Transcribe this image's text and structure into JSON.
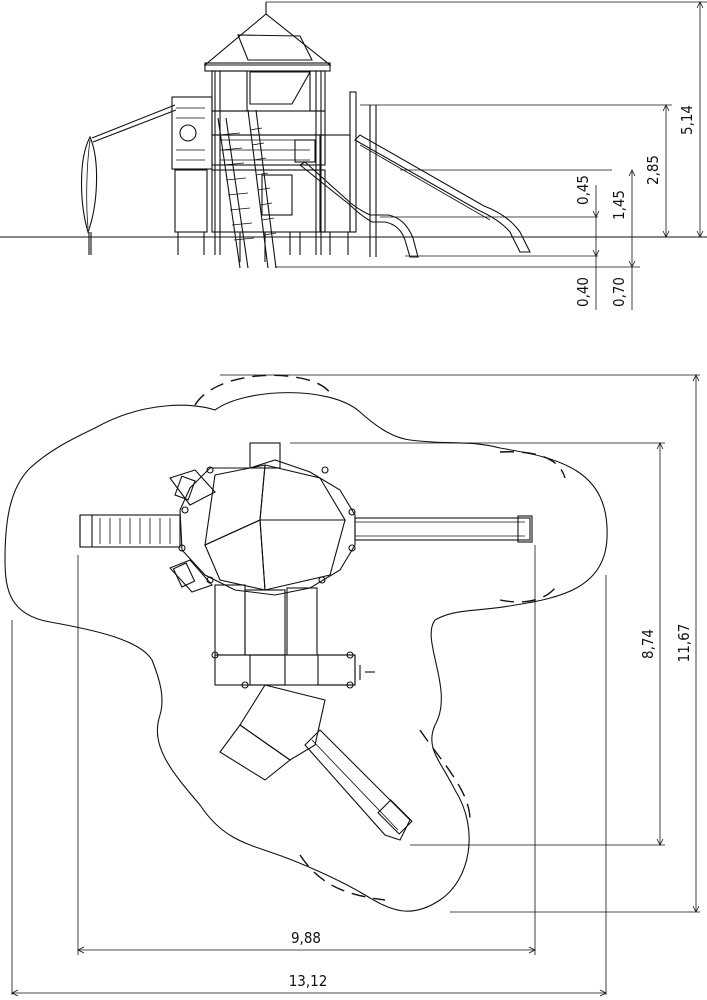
{
  "elevation": {
    "dim_total_height": "5,14",
    "dim_platform_high": "2,85",
    "dim_platform_mid": "1,45",
    "dim_platform_low": "0,45",
    "dim_foundation_a": "0,40",
    "dim_foundation_b": "0,70"
  },
  "plan": {
    "dim_inner_width": "9,88",
    "dim_outer_width": "13,12",
    "dim_inner_depth": "8,74",
    "dim_outer_depth": "11,67"
  }
}
